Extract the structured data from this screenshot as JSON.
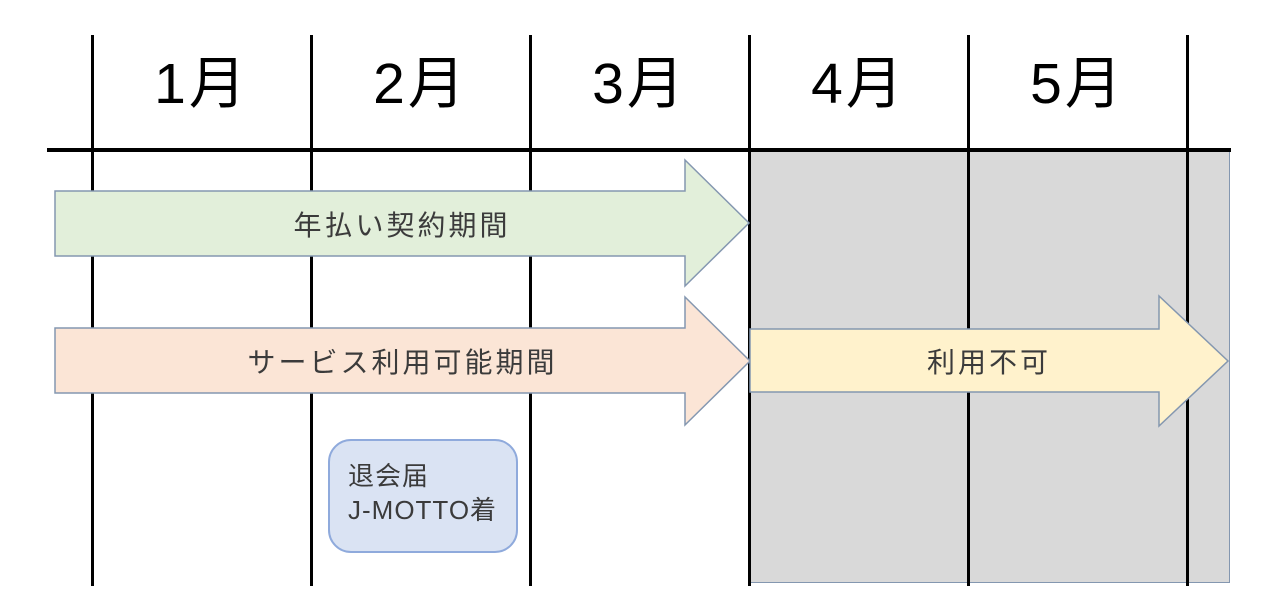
{
  "diagram": {
    "title_hint": "membership-cancellation-timeline",
    "months": [
      "1月",
      "2月",
      "3月",
      "4月",
      "5月"
    ],
    "arrows": {
      "contract": {
        "label": "年払い契約期間"
      },
      "service": {
        "label": "サービス利用可能期間"
      },
      "unavailable": {
        "label": "利用不可"
      }
    },
    "note": {
      "line1": "退会届",
      "line2": "J-MOTTO着"
    },
    "colors": {
      "contract_arrow_fill": "#e2efda",
      "service_arrow_fill": "#fbe5d6",
      "unavailable_arrow_fill": "#fff2cc",
      "unavailable_region_fill": "#d9d9d9",
      "note_fill": "#dae3f3",
      "note_border": "#8faadc",
      "arrow_outline": "#8497b0",
      "grid_line": "#000000",
      "label_text": "#3b3b3b"
    }
  }
}
